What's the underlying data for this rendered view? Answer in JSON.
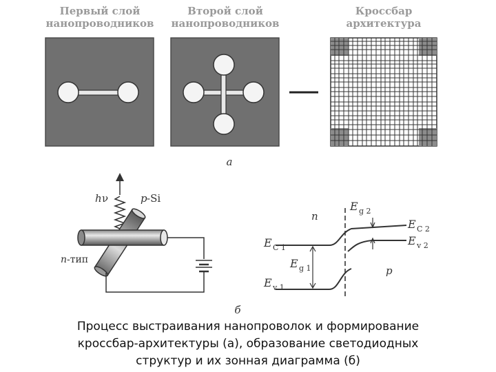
{
  "headers": {
    "first_layer": [
      "Первый слой",
      "нанопроводников"
    ],
    "second_layer": [
      "Второй слой",
      "нанопроводников"
    ],
    "crossbar": [
      "Кроссбар",
      "архитектура"
    ]
  },
  "part_labels": {
    "a": "а",
    "b": "б"
  },
  "led": {
    "h": "h",
    "nu": "ν",
    "p": "p",
    "si": "-Si",
    "n": "n",
    "ntype": "-тип"
  },
  "band": {
    "n": "n",
    "p": "p",
    "E": "E",
    "c1": "C 1",
    "v1": "v 1",
    "g1": "g 1",
    "g2": "g 2",
    "c2": "C 2",
    "v2": "v 2"
  },
  "caption": [
    "Процесс выстраивания нанопроволок и формирование",
    "кроссбар-архитектуры (а), образование светодиодных",
    "структур и их зонная диаграмма (б)"
  ],
  "colors": {
    "panel": "#707070",
    "dark": "#333333",
    "grey_text": "#9a9a9a",
    "wire_light": "#e0e0e0"
  }
}
